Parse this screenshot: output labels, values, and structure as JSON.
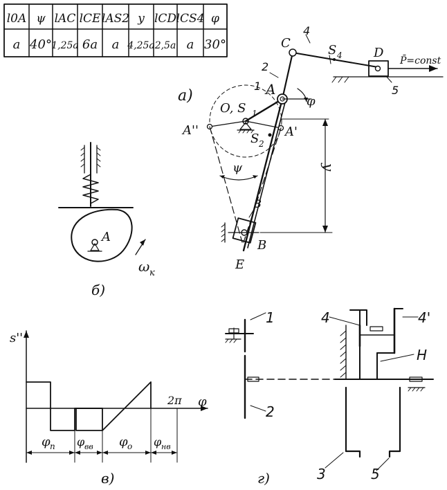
{
  "table": {
    "headers": [
      "l0A",
      "ψ",
      "lAC",
      "lCE",
      "lAS2",
      "y",
      "lCD",
      "lCS4",
      "φ"
    ],
    "values": [
      "a",
      "40°",
      "1,25a",
      "6a",
      "a",
      "4,25a",
      "2,5a",
      "a",
      "30°"
    ]
  },
  "panel_a": {
    "caption": "a)",
    "labels": {
      "C": "C",
      "D": "D",
      "A": "A",
      "A2": "A''",
      "A1": "A'",
      "O": "O, S",
      "O_sub": "1",
      "S2": "S",
      "S2_sub": "2",
      "S4": "S",
      "S4_sub": "4",
      "B": "B",
      "E": "E",
      "psi": "ψ",
      "y": "y",
      "phi": "φ",
      "n1": "1",
      "n2": "2",
      "n3": "3",
      "n4": "4",
      "n5": "5",
      "force": "P̄=const"
    }
  },
  "panel_b": {
    "caption": "б)",
    "labels": {
      "A": "A",
      "omega": "ω",
      "omega_sub": "к"
    }
  },
  "panel_v": {
    "caption": "в)",
    "labels": {
      "s": "s''",
      "two_pi": "2π",
      "phi": "φ",
      "phi_p": "φ",
      "phi_p_sub": "п",
      "phi_vv": "φ",
      "phi_vv_sub": "вв",
      "phi_o": "φ",
      "phi_o_sub": "о",
      "phi_nv": "φ",
      "phi_nv_sub": "нв"
    }
  },
  "panel_g": {
    "caption": "г)",
    "labels": {
      "n1": "1",
      "n2": "2",
      "n3": "3",
      "n4": "4",
      "n4p": "4'",
      "n5": "5",
      "H": "H"
    }
  }
}
